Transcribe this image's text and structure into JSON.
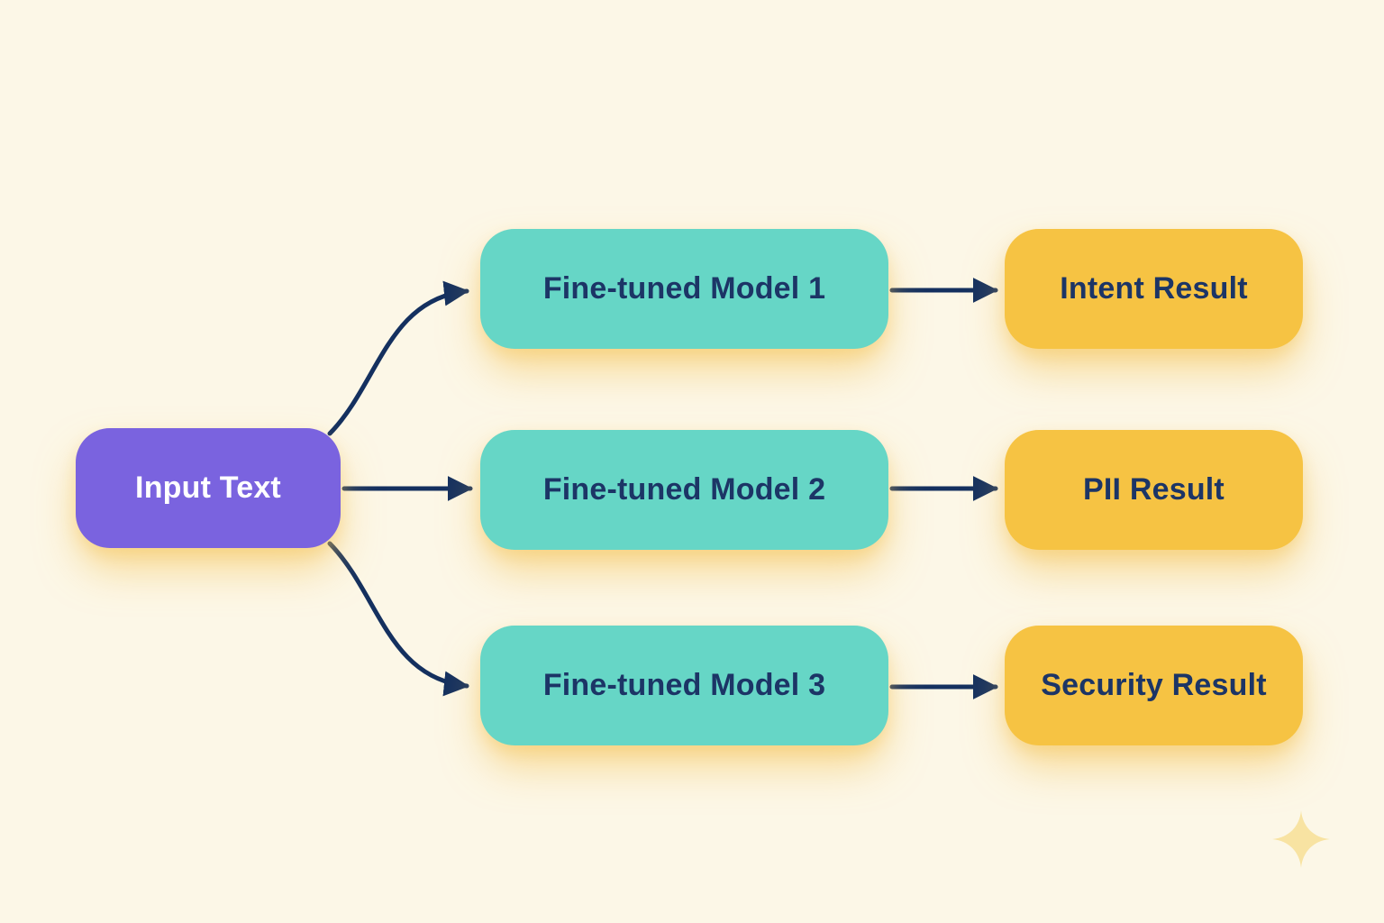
{
  "diagram": {
    "input": {
      "label": "Input Text"
    },
    "models": [
      {
        "label": "Fine-tuned Model 1"
      },
      {
        "label": "Fine-tuned Model 2"
      },
      {
        "label": "Fine-tuned Model 3"
      }
    ],
    "results": [
      {
        "label": "Intent Result"
      },
      {
        "label": "PII Result"
      },
      {
        "label": "Security Result"
      }
    ]
  },
  "icons": {
    "sparkle_icon": "✦"
  },
  "colors": {
    "background": "#FCF7E7",
    "node_purple": "#7A63DF",
    "node_teal": "#66D6C6",
    "node_yellow": "#F6C343",
    "text_navy": "#1C3566",
    "text_white": "#FFFFFF",
    "arrow_navy": "#14305F",
    "sparkle": "#F8E3A2"
  }
}
